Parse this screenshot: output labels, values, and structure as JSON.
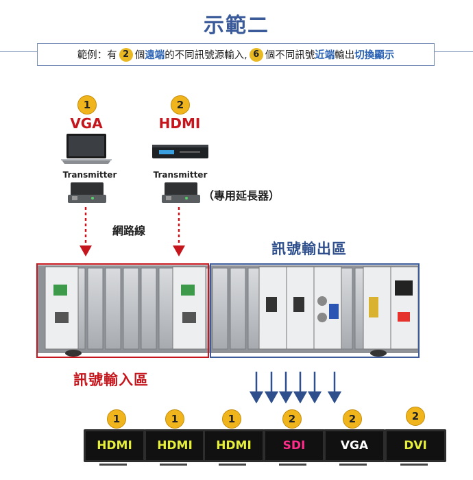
{
  "title": "示範二",
  "subtitle": {
    "p1": "範例：有",
    "n1": "2",
    "p2": "個",
    "hl1": "遠端",
    "p3": "的不同訊號源輸入,",
    "n2": "6",
    "p4": "個不同訊號",
    "hl2": "近端",
    "p5": "輸出",
    "hl3": "切換顯示"
  },
  "sources": [
    {
      "num": "1",
      "name": "VGA",
      "transmitter": "Transmitter"
    },
    {
      "num": "2",
      "name": "HDMI",
      "transmitter": "Transmitter"
    }
  ],
  "extender_note": "（專用延長器）",
  "cable_label": "網路線",
  "output_region_label": "訊號輸出區",
  "input_region_label": "訊號輸入區",
  "outputs": [
    {
      "num": "1",
      "label": "HDMI",
      "color": "#e6f03a"
    },
    {
      "num": "1",
      "label": "HDMI",
      "color": "#e6f03a"
    },
    {
      "num": "1",
      "label": "HDMI",
      "color": "#e6f03a"
    },
    {
      "num": "2",
      "label": "SDI",
      "color": "#ff2d8a"
    },
    {
      "num": "2",
      "label": "VGA",
      "color": "#ffffff"
    },
    {
      "num": "2",
      "label": "DVI",
      "color": "#e6f03a"
    }
  ],
  "colors": {
    "accent_blue": "#3a5a9a",
    "input_red": "#c4161c",
    "output_blue": "#3a5a9a",
    "badge_gold": "#f0b41c"
  },
  "icons": [
    "laptop-icon",
    "rack-player-icon",
    "transmitter-icon",
    "down-arrow-icon",
    "monitor-icon"
  ]
}
